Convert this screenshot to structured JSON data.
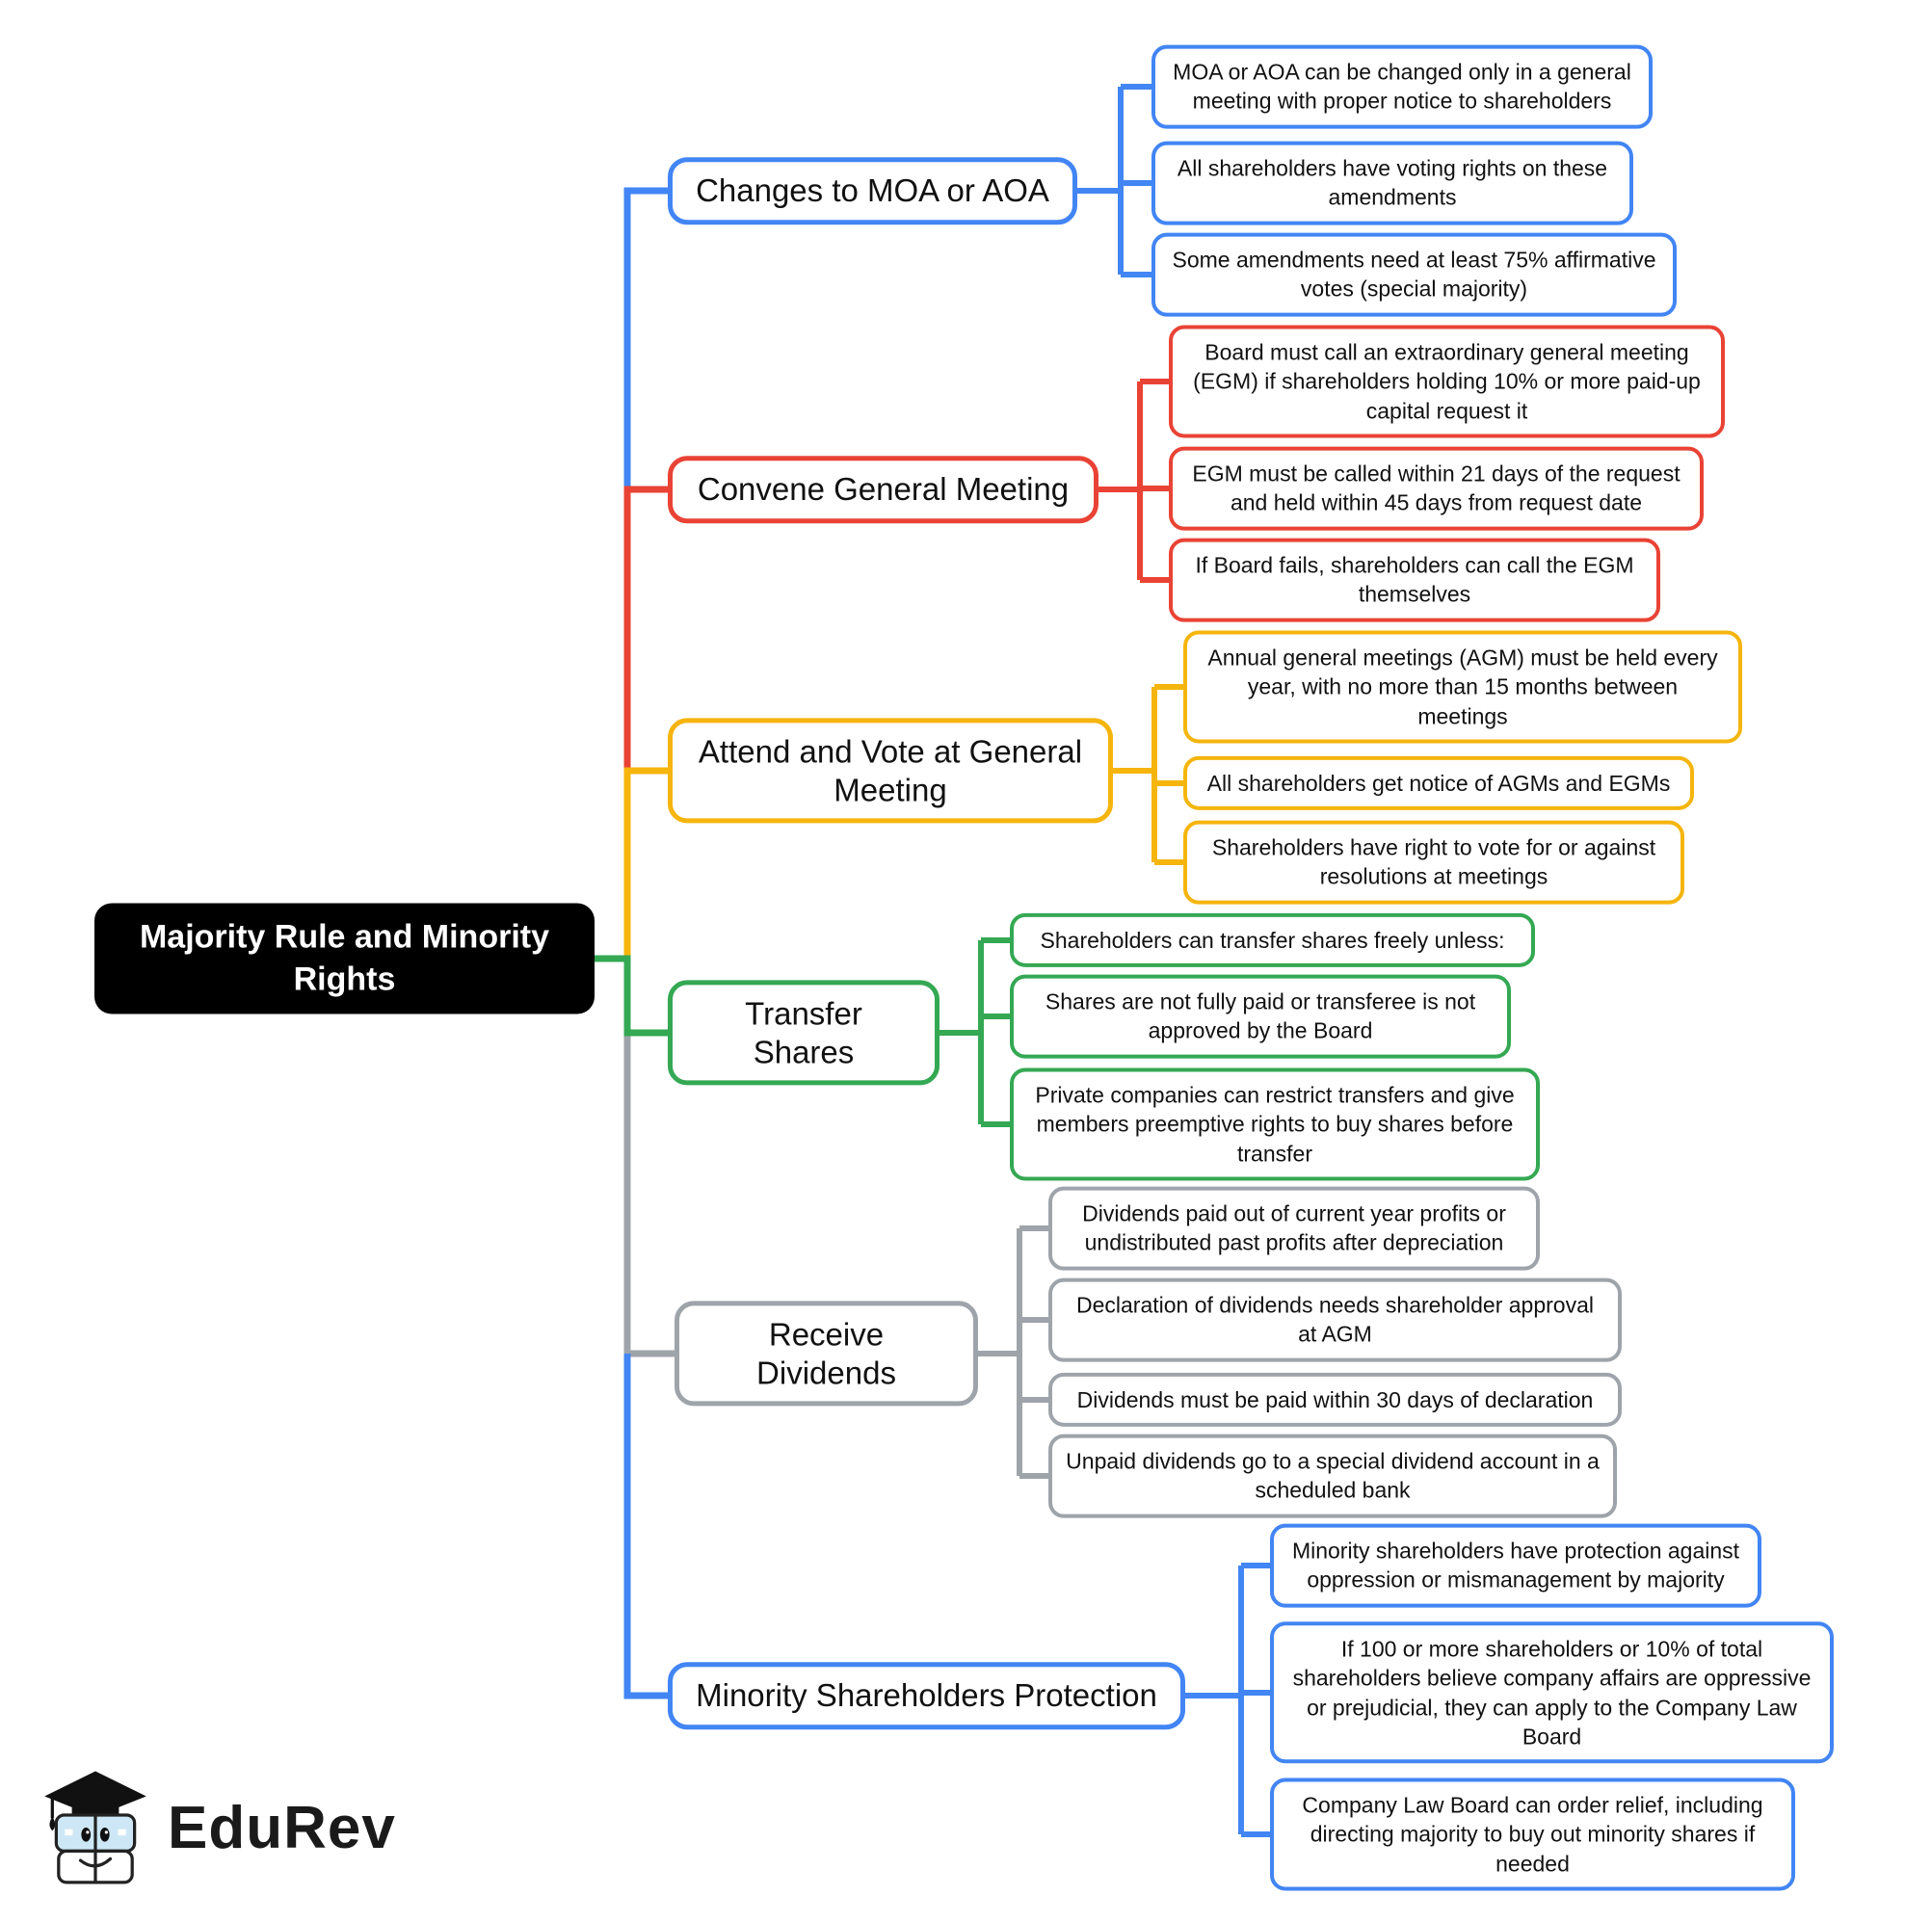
{
  "title": "Majority Rule and Minority Rights mind map",
  "colors": {
    "blue": "#4285F4",
    "red": "#E94335",
    "yellow": "#F5B50D",
    "green": "#34A853",
    "gray": "#9FA4AA",
    "root_bg": "#000000",
    "root_text": "#FFFFFF"
  },
  "root": {
    "label": "Majority Rule and Minority Rights"
  },
  "branches": [
    {
      "label": "Changes to MOA or AOA",
      "color": "#4285F4",
      "children": [
        "MOA or AOA can be changed only in a general meeting with proper notice to shareholders",
        "All shareholders have voting rights on these amendments",
        "Some amendments need at least 75% affirmative votes (special majority)"
      ]
    },
    {
      "label": "Convene General Meeting",
      "color": "#E94335",
      "children": [
        "Board must call an extraordinary general meeting (EGM) if shareholders holding 10% or more paid-up capital request it",
        "EGM must be called within 21 days of the request and held within 45 days from request date",
        "If Board fails, shareholders can call the EGM themselves"
      ]
    },
    {
      "label": "Attend and Vote at General Meeting",
      "color": "#F5B50D",
      "children": [
        "Annual general meetings (AGM) must be held every year, with no more than 15 months between meetings",
        "All shareholders get notice of AGMs and EGMs",
        "Shareholders have right to vote for or against resolutions at meetings"
      ]
    },
    {
      "label": "Transfer Shares",
      "color": "#34A853",
      "children": [
        "Shareholders can transfer shares freely unless:",
        "Shares are not fully paid or transferee is not approved by the Board",
        "Private companies can restrict transfers and give members preemptive rights to buy shares before transfer"
      ]
    },
    {
      "label": "Receive Dividends",
      "color": "#9FA4AA",
      "children": [
        "Dividends paid out of current year profits or undistributed past profits after depreciation",
        "Declaration of dividends needs shareholder approval at AGM",
        "Dividends must be paid within 30 days of declaration",
        "Unpaid dividends go to a special dividend account in a scheduled bank"
      ]
    },
    {
      "label": "Minority Shareholders Protection",
      "color": "#4285F4",
      "children": [
        "Minority shareholders have protection against oppression or mismanagement by majority",
        "If 100 or more shareholders or 10% of total shareholders believe company affairs are oppressive or prejudicial, they can apply to the Company Law Board",
        "Company Law Board can order relief, including directing majority to buy out minority shares if needed"
      ]
    }
  ],
  "logo": {
    "text": "EduRev"
  }
}
